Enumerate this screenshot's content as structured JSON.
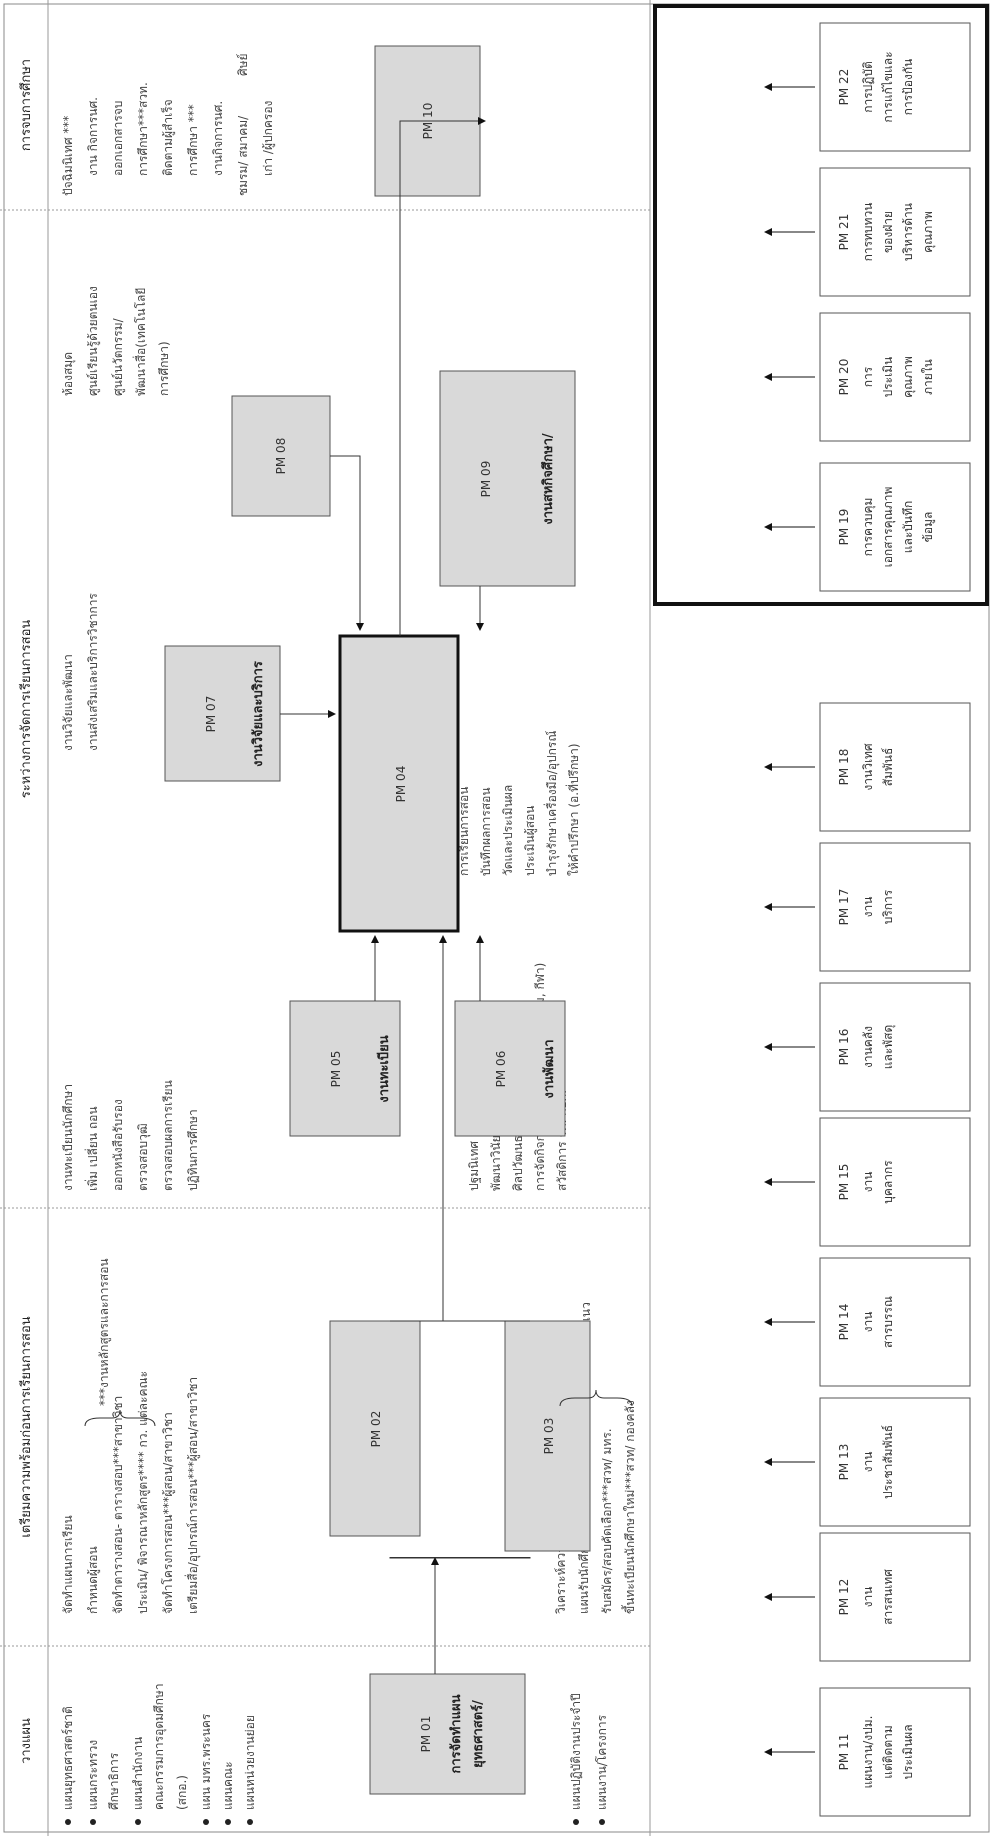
{
  "columns": {
    "plan": "วางแผน",
    "prep": "เตรียมความพร้อมก่อนการเรียนการสอน",
    "during": "ระหว่างการจัดการเรียนการสอน",
    "after": "การจบการศึกษา"
  },
  "plan_items": [
    "แผนยุทธศาสตร์ชาติ",
    "แผนกระทรวง",
    "ศึกษาธิการ",
    "แผนสำนักงาน",
    "คณะกรรมการอุดมศึกษา",
    "(สกอ.)",
    "แผน มทร.พระนคร",
    "แผนคณะ",
    "แผนหน่วยงานย่อย",
    "แผนปฏิบัติงานประจำปี",
    "แผนงาน/โครงการ"
  ],
  "prep_items": [
    "จัดทำแผนการเรียน",
    "กำหนดผู้สอน",
    "จัดทำตารางสอน- ตารางสอบ***สาขาวิชา",
    "ประเมิน/ พิจารณาหลักสูตร**** กว. แต่ละคณะ",
    "จัดทำโครงการสอน***ผู้สอน/สาขาวิชา",
    "เตรียมสื่อ/อุปกรณ์การสอน***ผู้สอน/สาขาวิชา",
    "***งานหลักสูตรและการสอน",
    "วิเคราะห์ความต้องการ",
    "แผนรับนักศึกษา",
    "รับสมัคร/สอบคัดเลือก***สวท/ มทร.",
    "ขึ้นทะเบียนนักศึกษาใหม่***สวท/ กองคลัง",
    "***งานแนะแนว"
  ],
  "during_items": [
    "งานทะเบียนนักศึกษา",
    "เพิ่ม เปลี่ยน ถอน",
    "ออกหนังสือรับรอง",
    "ตรวจสอบวุฒิ",
    "ตรวจสอบผลการเรียน",
    "ปฏิทินการศึกษา",
    "งานวิจัยและพัฒนา",
    "งานส่งเสริมและบริการวิชาการ",
    "ห้องสมุด",
    "ศูนย์เรียนรู้ด้วยตนเอง",
    "ศูนย์นวัตกรรม/",
    "พัฒนาสื่อ(เทคโนโลยี",
    "การศึกษา)",
    "การเรียนการสอน",
    "บันทึกผลการสอน",
    "วัดและประเมินผล",
    "ประเมินผู้สอน",
    "บำรุงรักษาเครื่องมือ/อุปกรณ์",
    "ให้คำปรึกษา (อ.ที่ปรึกษา)",
    "ปฐมนิเทศ",
    "พัฒนาวินัย คุณธรรม/ จริยธรรม",
    "ศิลปวัฒนธรรม",
    "การจัดกิจกรรม นศ. (ค่ายอาสา/ชมรม, กีฬา)",
    "สวัสดิการ รด. กยศ."
  ],
  "after_items": [
    "ปัจฉิมนิเทศ ***",
    "งาน กิจการนศ.",
    "ออกเอกสารจบ",
    "การศึกษา***สวท.",
    "ติดตามผู้สำเร็จ",
    "การศึกษา ***",
    "งานกิจการนศ.",
    "ชมรม/ สมาคม/",
    "ศิษย์",
    "เก่า /ผู้ปกครอง"
  ],
  "pm_boxes": {
    "pm01": {
      "code": "PM 01",
      "title": "การจัดทำแผน",
      "title2": "ยุทธศาสตร์/"
    },
    "pm02": {
      "code": "PM 02"
    },
    "pm03": {
      "code": "PM 03"
    },
    "pm04": {
      "code": "PM 04"
    },
    "pm05": {
      "code": "PM 05",
      "title": "งานทะเบียน"
    },
    "pm06": {
      "code": "PM 06",
      "title": "งานพัฒนา"
    },
    "pm07": {
      "code": "PM 07",
      "title": "งานวิจัยและบริการ"
    },
    "pm08": {
      "code": "PM 08"
    },
    "pm09": {
      "code": "PM 09",
      "title": "งานสหกิจศึกษา/"
    },
    "pm10": {
      "code": "PM 10"
    }
  },
  "support": [
    {
      "code": "PM 11",
      "lines": [
        "แผนงาน/งปม.",
        "แต่ติดตาม",
        "ประเมินผล"
      ]
    },
    {
      "code": "PM 12",
      "lines": [
        "งาน",
        "สารสนเทศ"
      ]
    },
    {
      "code": "PM 13",
      "lines": [
        "งาน",
        "ประชาสัมพันธ์"
      ]
    },
    {
      "code": "PM 14",
      "lines": [
        "งาน",
        "สารบรรณ"
      ]
    },
    {
      "code": "PM 15",
      "lines": [
        "งาน",
        "บุคลากร"
      ]
    },
    {
      "code": "PM 16",
      "lines": [
        "งานคลัง",
        "และพัสดุ"
      ]
    },
    {
      "code": "PM 17",
      "lines": [
        "งาน",
        "บริการ"
      ]
    },
    {
      "code": "PM 18",
      "lines": [
        "งานวิเทศ",
        "สัมพันธ์"
      ]
    },
    {
      "code": "PM 19",
      "lines": [
        "การควบคุม",
        "เอกสารคุณภาพ",
        "และบันทึก",
        "ข้อมูล"
      ]
    },
    {
      "code": "PM 20",
      "lines": [
        "การ",
        "ประเมิน",
        "คุณภาพ",
        "ภายใน"
      ]
    },
    {
      "code": "PM 21",
      "lines": [
        "การทบทวน",
        "ของฝ่าย",
        "บริหารด้าน",
        "คุณภาพ"
      ]
    },
    {
      "code": "PM 22",
      "lines": [
        "การปฏิบัติ",
        "การแก้ไขและ",
        "การป้องกัน"
      ]
    }
  ]
}
